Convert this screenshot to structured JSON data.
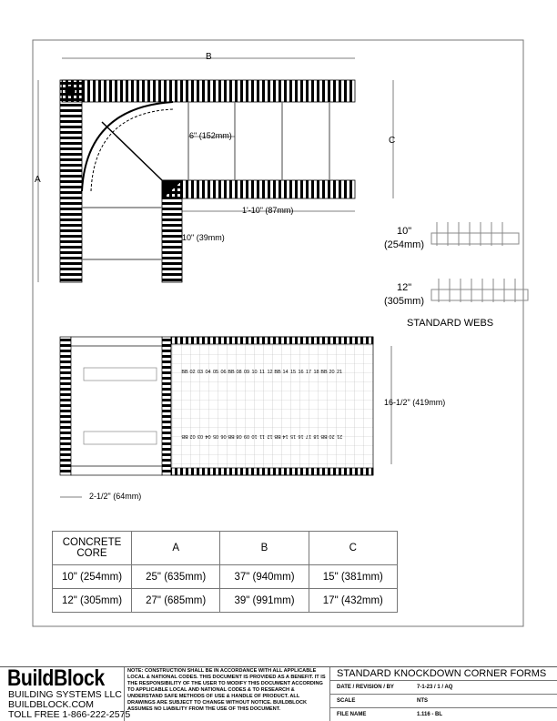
{
  "drawing": {
    "dim_a": "A",
    "dim_b": "B",
    "dim_c": "C",
    "web_spacing": "6\" (152mm)",
    "length_1": "1'-10\" (87mm)",
    "width_10": "10\" (39mm)",
    "height": "16-1/2\" (419mm)",
    "offset": "2-1/2\" (64mm)",
    "block_labels": [
      "BB",
      "02",
      "03",
      "04",
      "05",
      "06",
      "BB",
      "08",
      "09",
      "10",
      "11",
      "12",
      "BB",
      "14",
      "15",
      "16",
      "17",
      "18",
      "BB",
      "20",
      "21"
    ]
  },
  "webs": {
    "web_10": [
      "10\"",
      "(254mm)"
    ],
    "web_12": [
      "12\"",
      "(305mm)"
    ],
    "caption": "STANDARD WEBS"
  },
  "table": {
    "headers": [
      "CONCRETE\nCORE",
      "A",
      "B",
      "C"
    ],
    "rows": [
      [
        "10\" (254mm)",
        "25\" (635mm)",
        "37\" (940mm)",
        "15\" (381mm)"
      ],
      [
        "12\" (305mm)",
        "27\" (685mm)",
        "39\" (991mm)",
        "17\" (432mm)"
      ]
    ]
  },
  "title_block": {
    "logo": "BuildBlock",
    "company": "BUILDING SYSTEMS LLC",
    "website": "BUILDBLOCK.COM",
    "phone": "TOLL FREE 1-866-222-2575",
    "note": "NOTE: CONSTRUCTION SHALL BE IN ACCORDANCE WITH ALL APPLICABLE LOCAL & NATIONAL CODES. THIS DOCUMENT IS PROVIDED AS A BENEFIT. IT IS THE RESPONSIBILITY OF THE USER TO MODIFY THIS DOCUMENT ACCORDING TO APPLICABLE LOCAL AND NATIONAL CODES & TO RESEARCH & UNDERSTAND SAFE METHODS OF USE & HANDLE OF PRODUCT. ALL DRAWINGS ARE SUBJECT TO CHANGE WITHOUT NOTICE. BUILDBLOCK ASSUMES NO LIABILITY FROM THE USE OF THIS DOCUMENT.",
    "title": "STANDARD KNOCKDOWN CORNER FORMS",
    "date_label": "DATE / REVISION / BY",
    "date_value": "7-1-23 / 1 / AQ",
    "scale_label": "SCALE",
    "scale_value": "NTS",
    "file_label": "FILE NAME",
    "file_value": "1.116 - BL"
  }
}
